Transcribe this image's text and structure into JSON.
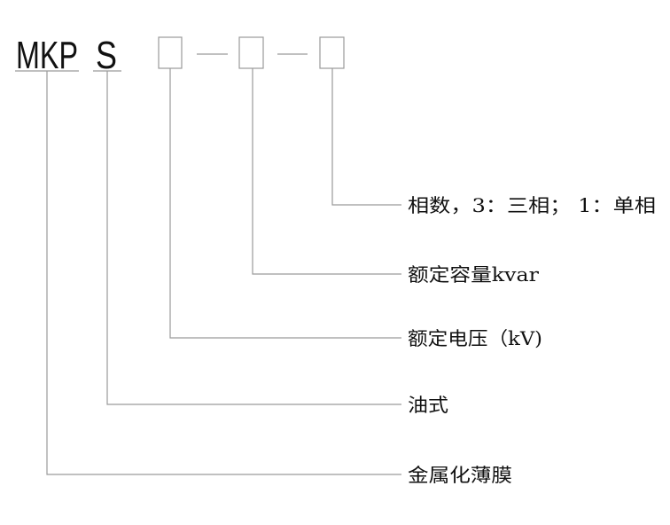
{
  "code": {
    "prefix": "MKP",
    "suffix": "S",
    "placeholder_count": 3
  },
  "labels": {
    "phases": "相数，3：三相；  1：单相",
    "capacity": "额定容量kvar",
    "voltage": "额定电压（kV)",
    "oil_type": "油式",
    "film": "金属化薄膜"
  },
  "colors": {
    "line": "#9a9a9a",
    "text": "#111111",
    "background": "#ffffff"
  }
}
